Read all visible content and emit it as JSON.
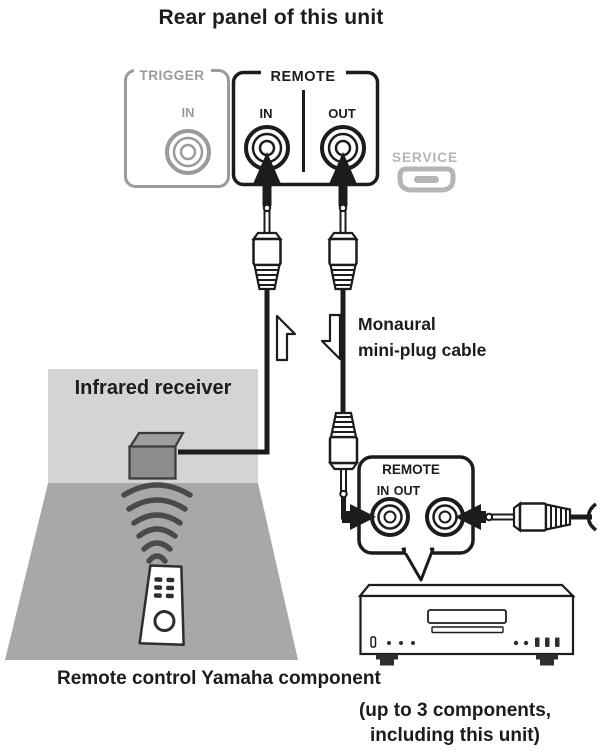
{
  "colors": {
    "ink": "#1c1c1c",
    "panel_gray": "#9b9b9b",
    "service_gray": "#b5b5b5",
    "wall": "#d4d4d4",
    "floor": "#a8a8a8",
    "receiver_front": "#8d8d8d",
    "receiver_top": "#9e9e9e",
    "receiver_line": "#3a3a3a",
    "wave": "#4a4a4a",
    "device_line": "#2e2e2e"
  },
  "title": "Rear panel of this unit",
  "rear_panel": {
    "trigger_label": "TRIGGER",
    "trigger_in_label": "IN",
    "remote_label": "REMOTE",
    "remote_in_label": "IN",
    "remote_out_label": "OUT",
    "service_label": "SERVICE"
  },
  "cable_note": {
    "line1": "Monaural",
    "line2": "mini-plug cable"
  },
  "room": {
    "infrared_receiver_label": "Infrared receiver"
  },
  "callout": {
    "remote_label": "REMOTE",
    "in_label": "IN",
    "out_label": "OUT"
  },
  "caption": {
    "line1": "Remote control Yamaha component",
    "line2": "(up to 3 components,",
    "line3": "including this unit)"
  }
}
